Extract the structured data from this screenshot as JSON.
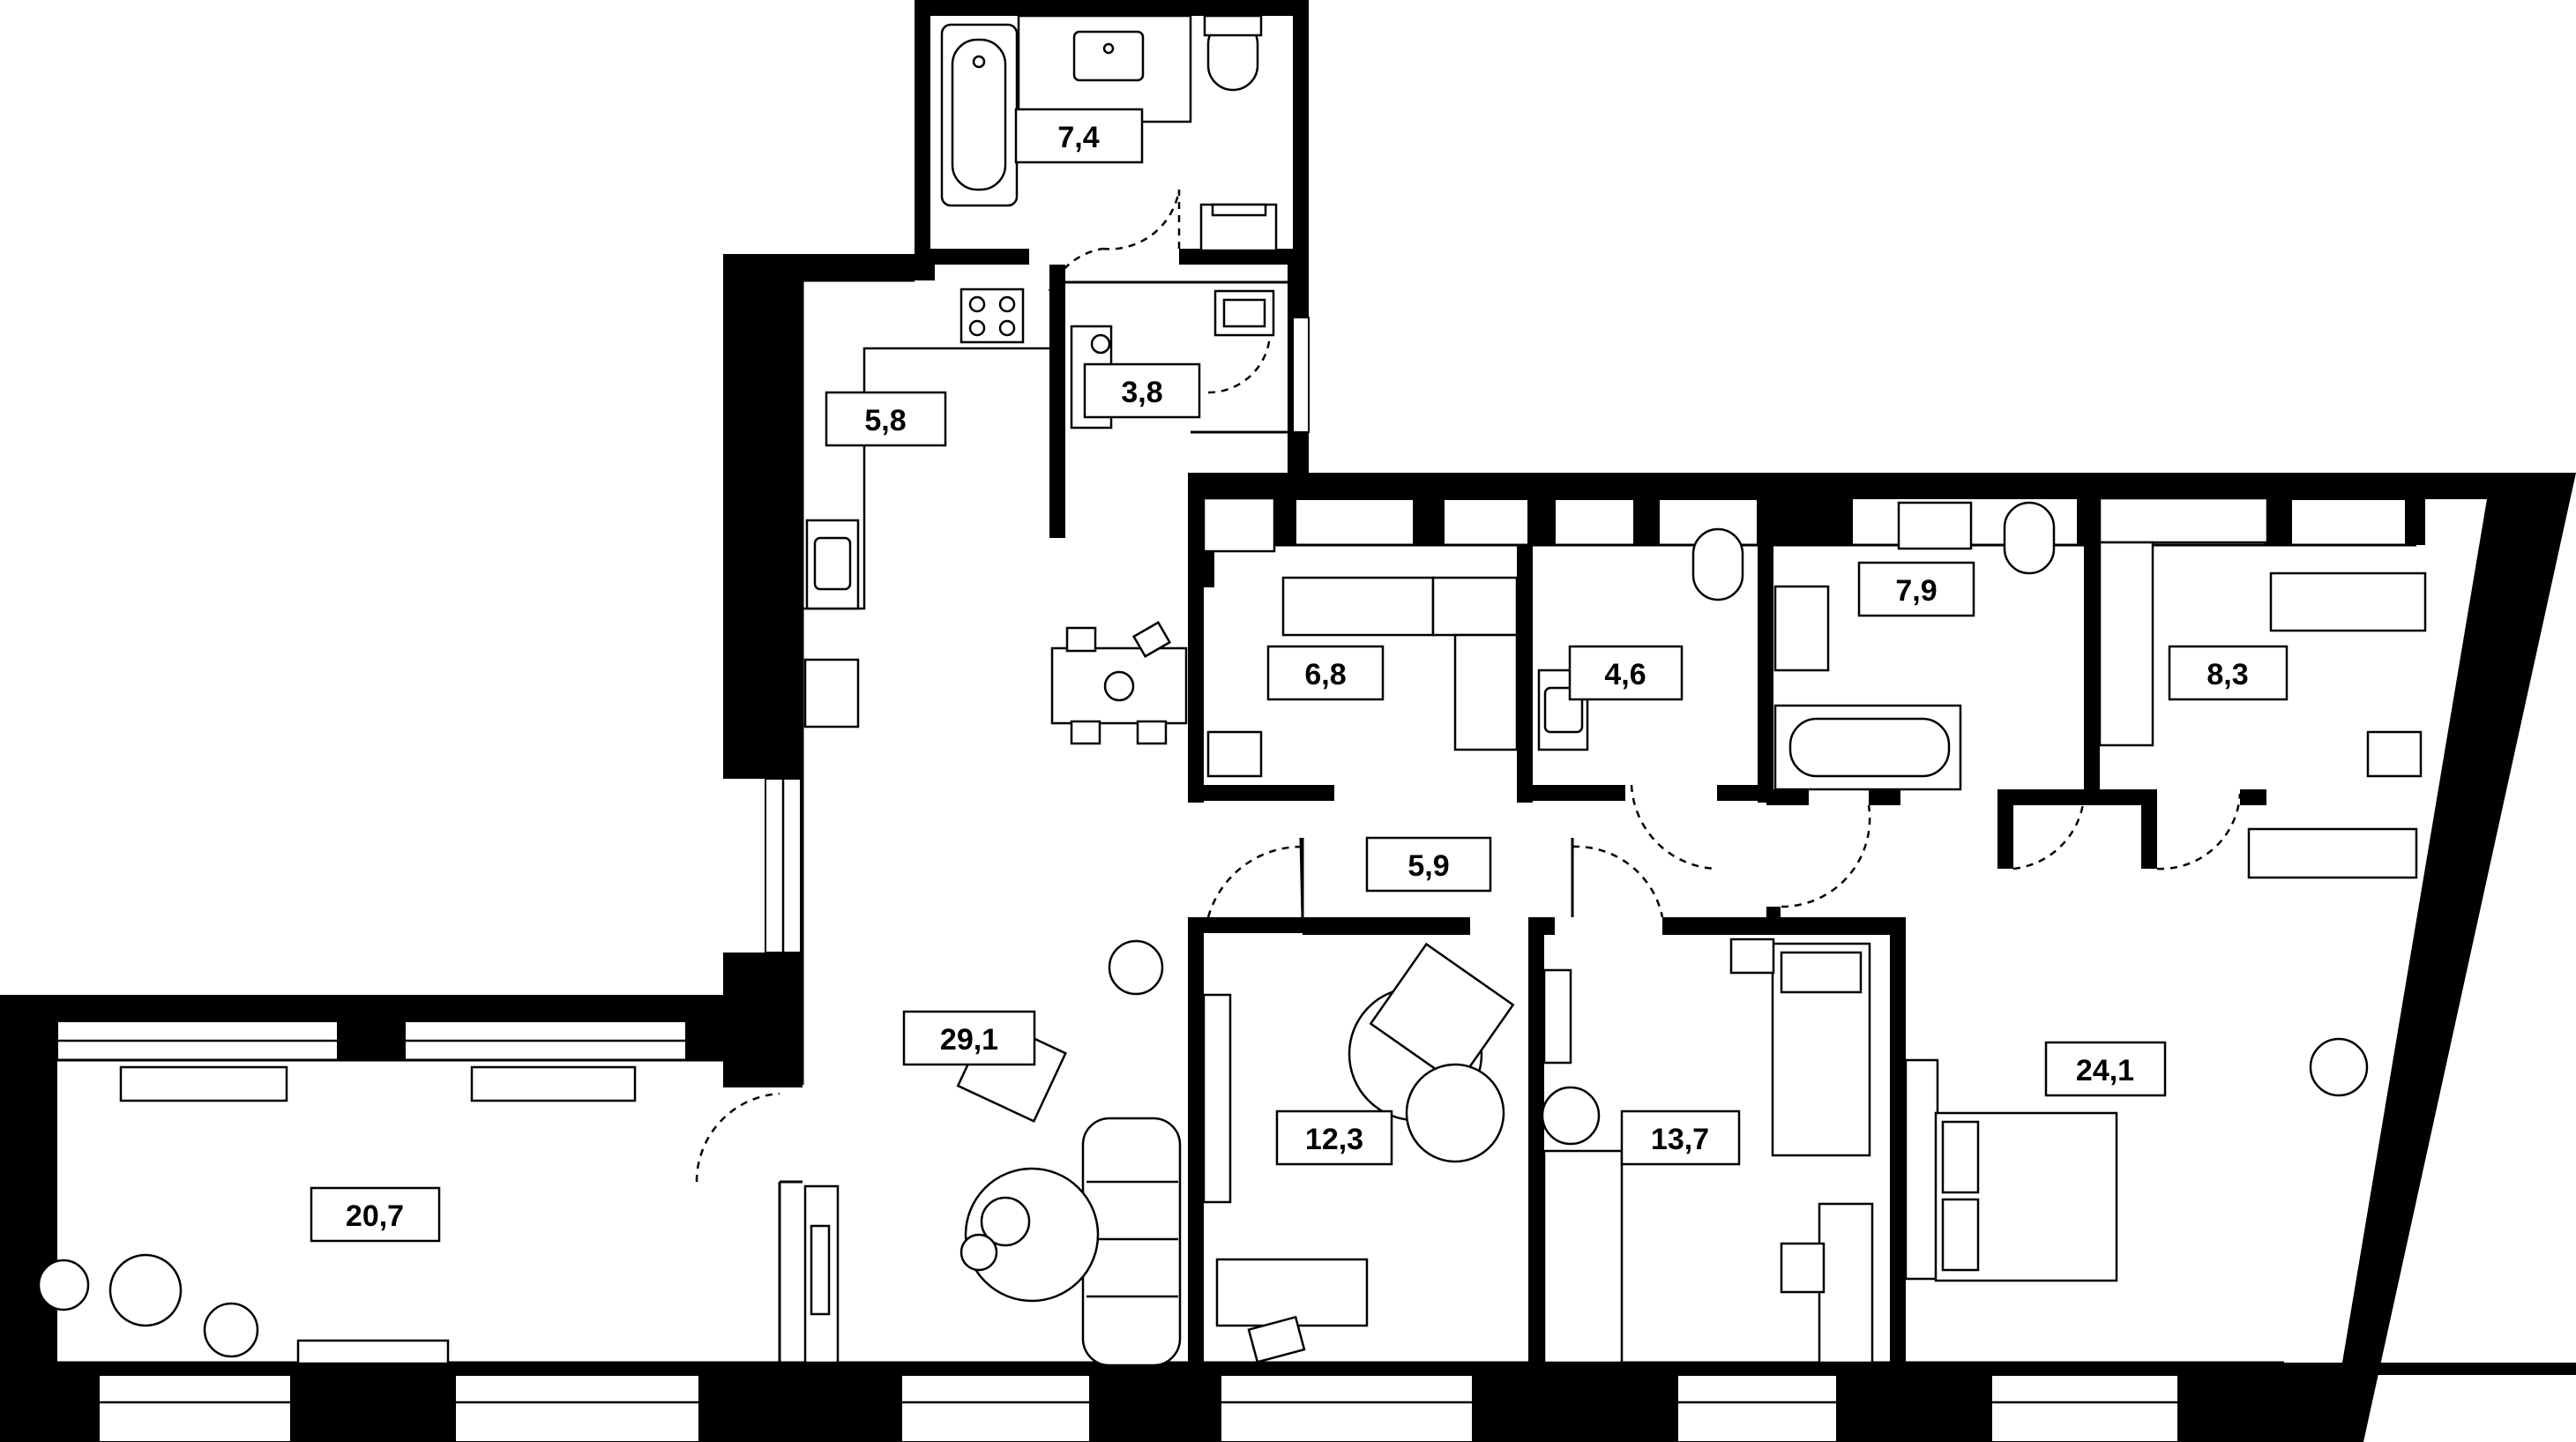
{
  "rooms": [
    {
      "id": "bathroom-1",
      "area": "7,4"
    },
    {
      "id": "hall-small",
      "area": "3,8"
    },
    {
      "id": "kitchen",
      "area": "5,8"
    },
    {
      "id": "wardrobe-1",
      "area": "6,8"
    },
    {
      "id": "bathroom-2",
      "area": "4,6"
    },
    {
      "id": "bathroom-3",
      "area": "7,9"
    },
    {
      "id": "wardrobe-2",
      "area": "8,3"
    },
    {
      "id": "corridor",
      "area": "5,9"
    },
    {
      "id": "living-room",
      "area": "29,1"
    },
    {
      "id": "balcony-lounge",
      "area": "20,7"
    },
    {
      "id": "bedroom-1",
      "area": "12,3"
    },
    {
      "id": "bedroom-2",
      "area": "13,7"
    },
    {
      "id": "master-bedroom",
      "area": "24,1"
    }
  ],
  "colors": {
    "wall": "#000000",
    "background": "#ffffff"
  }
}
